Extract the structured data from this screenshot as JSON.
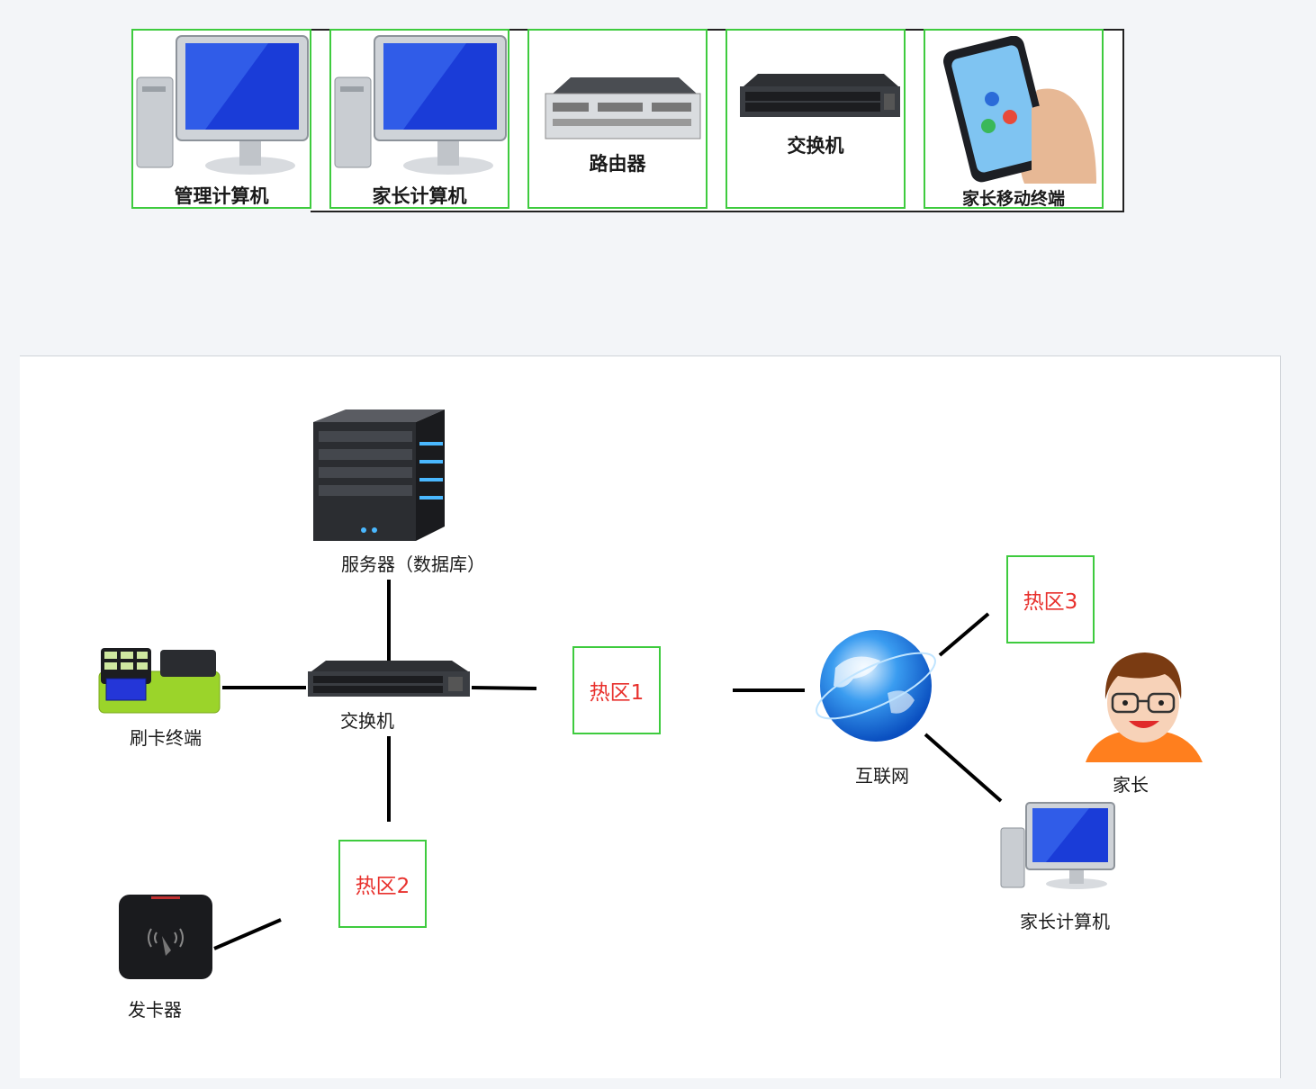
{
  "palette": {
    "items": [
      {
        "label": "管理计算机",
        "icon": "computer-icon"
      },
      {
        "label": "家长计算机",
        "icon": "computer-icon"
      },
      {
        "label": "路由器",
        "icon": "router-icon"
      },
      {
        "label": "交换机",
        "icon": "switch-icon"
      },
      {
        "label": "家长移动终端",
        "icon": "smartphone-icon"
      }
    ]
  },
  "diagram": {
    "server": {
      "label": "服务器（数据库）",
      "icon": "server-icon"
    },
    "switch": {
      "label": "交换机",
      "icon": "switch-icon"
    },
    "card_terminal": {
      "label": "刷卡终端",
      "icon": "card-terminal-icon"
    },
    "card_issuer": {
      "label": "发卡器",
      "icon": "card-reader-icon"
    },
    "internet": {
      "label": "互联网",
      "icon": "globe-icon"
    },
    "parent": {
      "label": "家长",
      "icon": "person-avatar-icon"
    },
    "parent_computer": {
      "label": "家长计算机",
      "icon": "computer-icon"
    },
    "hotspots": [
      {
        "label": "热区1"
      },
      {
        "label": "热区2"
      },
      {
        "label": "热区3"
      }
    ]
  },
  "colors": {
    "hotspot_border": "#3ecb3e",
    "hotspot_text": "#e8302c",
    "monitor_blue": "#1a3cd8",
    "terminal_green": "#9bd42a"
  }
}
